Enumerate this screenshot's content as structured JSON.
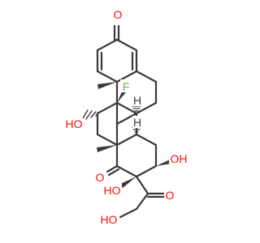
{
  "colors": {
    "bond": "#3a3a3a",
    "oxygen": "#ff0d0d",
    "fluorine": "#63b84b",
    "hydrogen": "#3a3a3a",
    "background": "#ffffff"
  },
  "labels": {
    "ketone_top_O": "O",
    "fluorine_F": "F",
    "hydroxyl_11_OH": "HO",
    "ketone_bottom_O": "O",
    "hydroxyl_right_OH": "OH",
    "hydroxyl_alpha_OH": "HO",
    "side_chain_ketone_O": "O",
    "terminal_OH": "HO",
    "stereo_H_upper": "H",
    "stereo_H_lower": "H"
  }
}
